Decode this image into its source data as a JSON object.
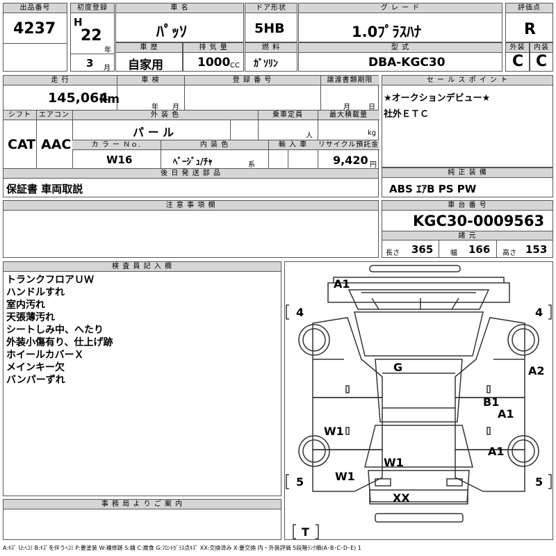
{
  "header": {
    "lot_label": "出品番号",
    "lot_no": "4237",
    "first_reg_label": "初度登録",
    "era": "H",
    "year": "22",
    "year_unit": "年",
    "month": "3",
    "month_unit": "月",
    "name_label": "車 名",
    "name": "ﾊﾟｯｿ",
    "door_label": "ドア形状",
    "door": "5HB",
    "grade_label": "グ レ ー ド",
    "grade": "1.0ﾌﾟﾗｽﾊﾅ",
    "score_label": "評価点",
    "score": "R",
    "history_label": "車 歴",
    "history": "自家用",
    "displacement_label": "排 気 量",
    "displacement": "1000",
    "cc": "CC",
    "fuel_label": "燃 料",
    "fuel": "ｶﾞｿﾘﾝ",
    "model_label": "型 式",
    "model": "DBA-KGC30",
    "ext_label": "外装",
    "ext": "C",
    "int_label": "内装",
    "int": "C"
  },
  "specs": {
    "mileage_label": "走 行",
    "mileage": "145,064",
    "km": "km",
    "inspection_label": "車 検",
    "ym_year": "年",
    "ym_month": "月",
    "reg_label": "登 録 番 号",
    "transfer_label": "譲渡書類期限",
    "md_month": "月",
    "md_day": "日",
    "shift_label": "シフト",
    "shift": "CAT",
    "ac_label": "エアコン",
    "ac": "AAC",
    "color_label": "外 装 色",
    "color": "パ ー ル",
    "capacity_label": "乗車定員",
    "capacity_unit": "人",
    "load_label": "最大積載量",
    "load_unit": "kg",
    "colorno_label": "カ ラ ー Ｎｏ.",
    "colorno": "W16",
    "interior_label": "内 装 色",
    "interior": "ﾍﾞｰｼﾞｭ/ﾁｬ",
    "interior_unit": "系",
    "import_label": "輸 入 車",
    "recycle_label": "リサイクル預託金",
    "recycle": "9,420",
    "yen": "円",
    "later_label": "後 日 発 送 部 品",
    "later": "保証書 車両取説"
  },
  "sales": {
    "label": "セ ー ル ス ポ イ ン ト",
    "lines": [
      "★オークションデビュー★",
      "社外ＥＴＣ"
    ]
  },
  "equipment": {
    "label": "純 正 装 備",
    "value": "ABS ｴｱB PS PW"
  },
  "caution": {
    "label": "注 意 事 項 欄"
  },
  "chassis": {
    "label": "車 台 番 号",
    "value": "KGC30-0009563",
    "dims_label": "諸 元",
    "len_label": "長さ",
    "len": "365",
    "wid_label": "幅",
    "wid": "166",
    "hei_label": "高さ",
    "hei": "153"
  },
  "inspector": {
    "label": "検 査 員 記 入 欄",
    "lines": [
      "トランクフロアＵＷ",
      "ハンドルすれ",
      "室内汚れ",
      "天張薄汚れ",
      "シートしみ中、へたり",
      "外装小傷有り、仕上げ跡",
      "ホイールカバーＸ",
      "メインキー欠",
      "バンパーずれ"
    ]
  },
  "office": {
    "label": "事 務 局 よ り ご 案 内"
  },
  "diagram": {
    "marks": {
      "A1_top": "A1",
      "tire_fl": "4",
      "tire_fr": "4",
      "A2": "A2",
      "G": "G",
      "B1": "B1",
      "A1_r": "A1",
      "W1_l": "W1",
      "A1_rr": "A1",
      "W1_c": "W1",
      "W1_bl": "W1",
      "tire_rl": "5",
      "tire_rr": "5",
      "XX": "XX",
      "T": "T"
    }
  },
  "legend": "A:ｷｽﾞ U:ﾍｺﾐ B:ｷｽﾞを伴うﾍｺﾐ P:要塗装 W:補修跡 S:錆 C:腐食 G:ﾌﾛﾝﾄｶﾞﾗｽ点ｷｽﾞ XX:交換済み X:要交換 内・外装評価 5段階ﾗﾝｸ順(A･B･C･D･E) 1"
}
